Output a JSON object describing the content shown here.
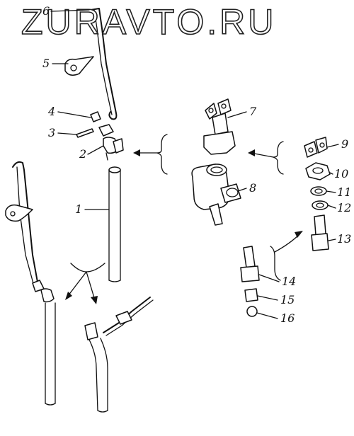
{
  "watermark": "ZURAVTO.RU",
  "callouts": [
    "1",
    "2",
    "3",
    "4",
    "5",
    "6",
    "7",
    "8",
    "9",
    "10",
    "11",
    "12",
    "13",
    "14",
    "15",
    "16"
  ]
}
